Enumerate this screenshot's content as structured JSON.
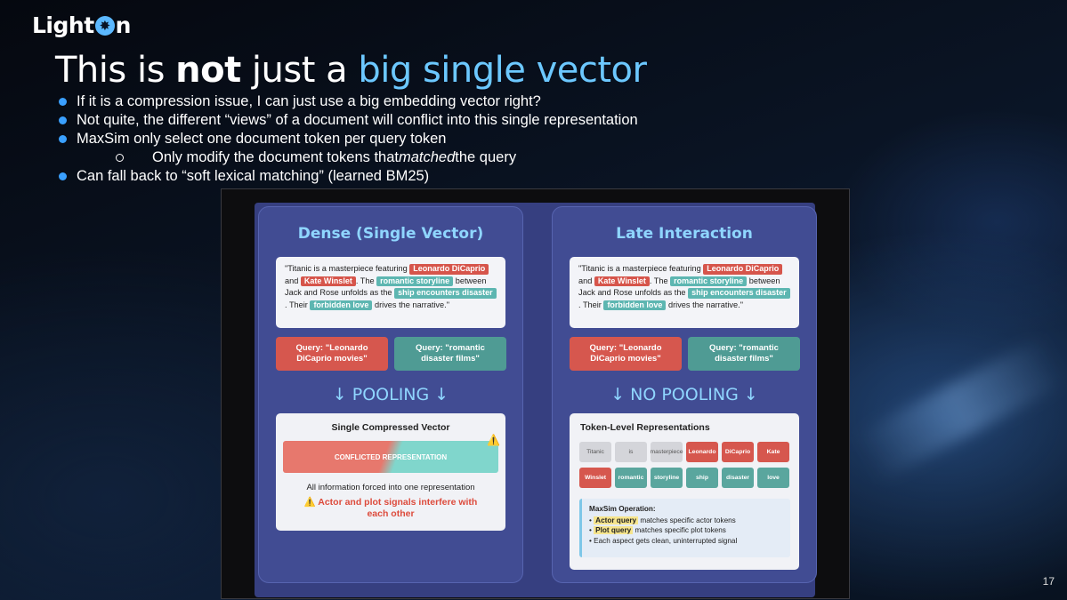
{
  "slide": {
    "logo": {
      "before": "Light",
      "star": "✸",
      "after": "n"
    },
    "title": {
      "part1": "This is ",
      "bold": "not",
      "part2": " just a ",
      "accent": "big single vector"
    },
    "bullets": [
      "If it is a compression issue, I can just use a big embedding vector right?",
      "Not quite, the different “views” of a document will conflict into this single representation",
      "MaxSim only select one document token per query token"
    ],
    "sub_bullet": {
      "pre": "Only modify the document tokens that ",
      "em": "matched",
      "post": " the query"
    },
    "last_bullet": "Can fall back to “soft lexical matching” (learned BM25)",
    "page_number": "17"
  },
  "figure": {
    "doc": {
      "t1": "\"Titanic is a masterpiece featuring ",
      "h1": "Leonardo DiCaprio",
      "t2": " and ",
      "h2": "Kate Winslet",
      "t3": ". The ",
      "h3": "romantic storyline",
      "t4": " between Jack and Rose unfolds as the ",
      "h4": "ship encounters disaster",
      "t5": ". Their ",
      "h5": "forbidden love",
      "t6": " drives the narrative.\""
    },
    "query_actor": "Query: \"Leonardo DiCaprio movies\"",
    "query_plot": "Query: \"romantic disaster films\"",
    "left": {
      "title": "Dense (Single Vector)",
      "pooling": "↓ POOLING ↓",
      "card_title": "Single Compressed Vector",
      "vector_label": "CONFLICTED REPRESENTATION",
      "warn": "⚠️",
      "note": "All information forced into one representation",
      "alert": "⚠️ Actor and plot signals interfere with each other"
    },
    "right": {
      "title": "Late Interaction",
      "pooling": "↓ NO POOLING ↓",
      "card_title": "Token-Level Representations",
      "tokens_row1": [
        "Titanic",
        "is",
        "masterpiece",
        "Leonardo",
        "DiCaprio",
        "Kate"
      ],
      "tokens_row2": [
        "Winslet",
        "romantic",
        "storyline",
        "ship",
        "disaster",
        "love"
      ],
      "maxsim_title": "MaxSim Operation:",
      "actor_label": "Actor query",
      "actor_text": " matches specific actor tokens",
      "plot_label": "Plot query",
      "plot_text": " matches specific plot tokens",
      "each_text": "• Each aspect gets clean, uninterrupted signal"
    }
  }
}
